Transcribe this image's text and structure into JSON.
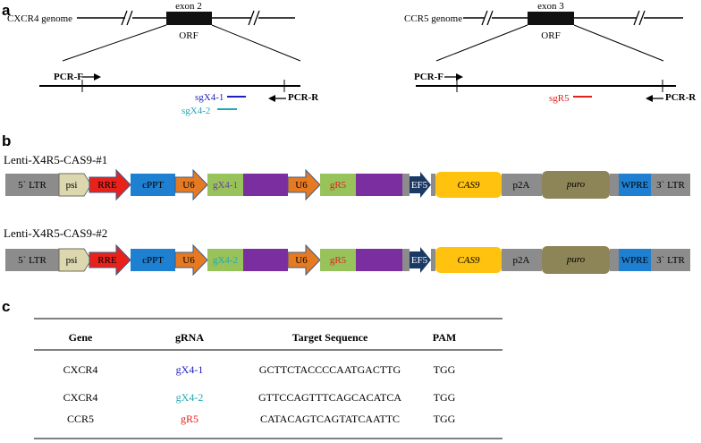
{
  "panels": {
    "a": "a",
    "b": "b",
    "c": "c"
  },
  "panel_a": {
    "left": {
      "genome": "CXCR4 genome",
      "exon": "exon 2",
      "orf": "ORF",
      "pcr_f": "PCR-F",
      "pcr_r": "PCR-R",
      "guides": [
        {
          "label": "sgX4-1",
          "color": "#1f1fbf"
        },
        {
          "label": "sgX4-2",
          "color": "#21a9b3"
        }
      ]
    },
    "right": {
      "genome": "CCR5 genome",
      "exon": "exon 3",
      "orf": "ORF",
      "pcr_f": "PCR-F",
      "pcr_r": "PCR-R",
      "guides": [
        {
          "label": "sgR5",
          "color": "#e0201b"
        }
      ]
    }
  },
  "panel_b": {
    "constructs": [
      {
        "title": "Lenti-X4R5-CAS9-#1",
        "segments": [
          "5` LTR",
          "psi",
          "RRE",
          "cPPT",
          "U6",
          "gX4-1",
          "",
          "U6",
          "gR5",
          "",
          "EF5",
          "CAS9",
          "p2A",
          "puro",
          "WPRE",
          "3` LTR"
        ],
        "guide_color": "#6b3fa0"
      },
      {
        "title": "Lenti-X4R5-CAS9-#2",
        "segments": [
          "5` LTR",
          "psi",
          "RRE",
          "cPPT",
          "U6",
          "gX4-2",
          "",
          "U6",
          "gR5",
          "",
          "EF5",
          "CAS9",
          "p2A",
          "puro",
          "WPRE",
          "3` LTR"
        ],
        "guide_color": "#21a9b3"
      }
    ],
    "colors": {
      "ltr": "#8c8c8c",
      "psi": "#ddd7b0",
      "rre": "#e8221b",
      "cppt": "#1f7fd0",
      "u6": "#e57a22",
      "grna": "#98c25a",
      "scaffold": "#7a2ea0",
      "ef5": "#1b3a63",
      "cas9": "#ffc20e",
      "p2a": "#8c8c8c",
      "puro": "#8d8558",
      "wpre": "#1f7fd0",
      "gr5_text": "#e0201b"
    }
  },
  "panel_c": {
    "headers": [
      "Gene",
      "gRNA",
      "Target Sequence",
      "PAM"
    ],
    "rows": [
      {
        "gene": "CXCR4",
        "grna": "gX4-1",
        "grna_color": "#1f1fbf",
        "target": "GCTTCTACCCCAATGACTTG",
        "pam": "TGG"
      },
      {
        "gene": "CXCR4",
        "grna": "gX4-2",
        "grna_color": "#21a9b3",
        "target": "GTTCCAGTTTCAGCACATCA",
        "pam": "TGG"
      },
      {
        "gene": "CCR5",
        "grna": "gR5",
        "grna_color": "#e0201b",
        "target": "CATACAGTCAGTATCAATTC",
        "pam": "TGG"
      }
    ]
  }
}
